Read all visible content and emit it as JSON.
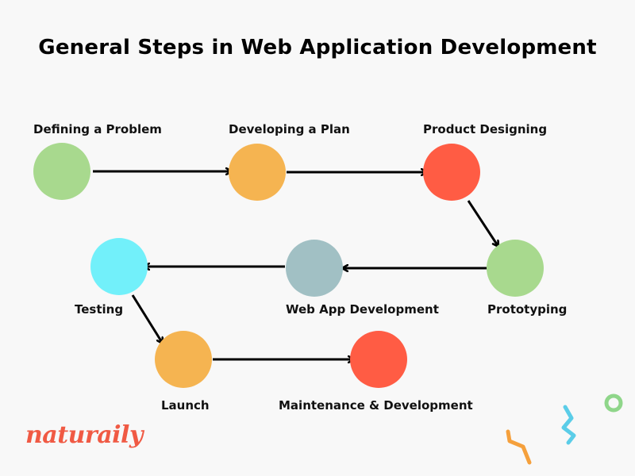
{
  "title": "General Steps in Web Application Development",
  "steps": [
    {
      "label": "Defining a Problem",
      "color": "#a8d98e"
    },
    {
      "label": "Developing a Plan",
      "color": "#f5b451"
    },
    {
      "label": "Product Designing",
      "color": "#ff5c44"
    },
    {
      "label": "Prototyping",
      "color": "#a8d98e"
    },
    {
      "label": "Web App Development",
      "color": "#a1c0c4"
    },
    {
      "label": "Testing",
      "color": "#72f0fa"
    },
    {
      "label": "Launch",
      "color": "#f5b451"
    },
    {
      "label": "Maintenance & Development",
      "color": "#ff5c44"
    }
  ],
  "brand": {
    "name": "naturaily",
    "color": "#f05a44"
  },
  "decorations": {
    "colors": [
      "#f5a03c",
      "#5bcde8",
      "#8fd68a"
    ]
  }
}
